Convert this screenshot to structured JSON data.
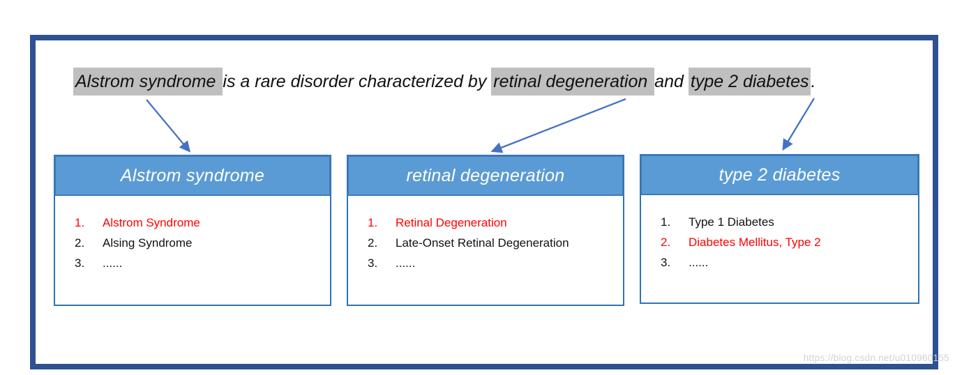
{
  "sentence": {
    "segments": [
      {
        "text": "Alstrom syndrome ",
        "highlight": true
      },
      {
        "text": "is a rare disorder characterized by ",
        "highlight": false
      },
      {
        "text": "retinal degeneration ",
        "highlight": true
      },
      {
        "text": "and ",
        "highlight": false
      },
      {
        "text": "type 2 diabetes",
        "highlight": true
      },
      {
        "text": ".",
        "highlight": false
      }
    ]
  },
  "boxes": [
    {
      "title": "Alstrom syndrome",
      "items": [
        {
          "number": "1.",
          "text": "Alstrom Syndrome",
          "highlighted": true
        },
        {
          "number": "2.",
          "text": "Alsing Syndrome",
          "highlighted": false
        },
        {
          "number": "3.",
          "text": "......",
          "highlighted": false
        }
      ]
    },
    {
      "title": "retinal degeneration",
      "items": [
        {
          "number": "1.",
          "text": "Retinal Degeneration",
          "highlighted": true
        },
        {
          "number": "2.",
          "text": "Late-Onset Retinal Degeneration",
          "highlighted": false
        },
        {
          "number": "3.",
          "text": "......",
          "highlighted": false
        }
      ]
    },
    {
      "title": "type 2 diabetes",
      "items": [
        {
          "number": "1.",
          "text": "Type 1 Diabetes",
          "highlighted": false
        },
        {
          "number": "2.",
          "text": "Diabetes Mellitus, Type 2",
          "highlighted": true
        },
        {
          "number": "3.",
          "text": "......",
          "highlighted": false
        }
      ]
    }
  ],
  "colors": {
    "frame_border": "#2E5191",
    "header_fill": "#5B9BD5",
    "header_border": "#3D7AB5",
    "box_border": "#2E74B5",
    "arrow": "#4472C4",
    "match_red": "#FF0000",
    "sentence_highlight": "#BFBFBF"
  },
  "watermark": "https://blog.csdn.net/u010960155"
}
